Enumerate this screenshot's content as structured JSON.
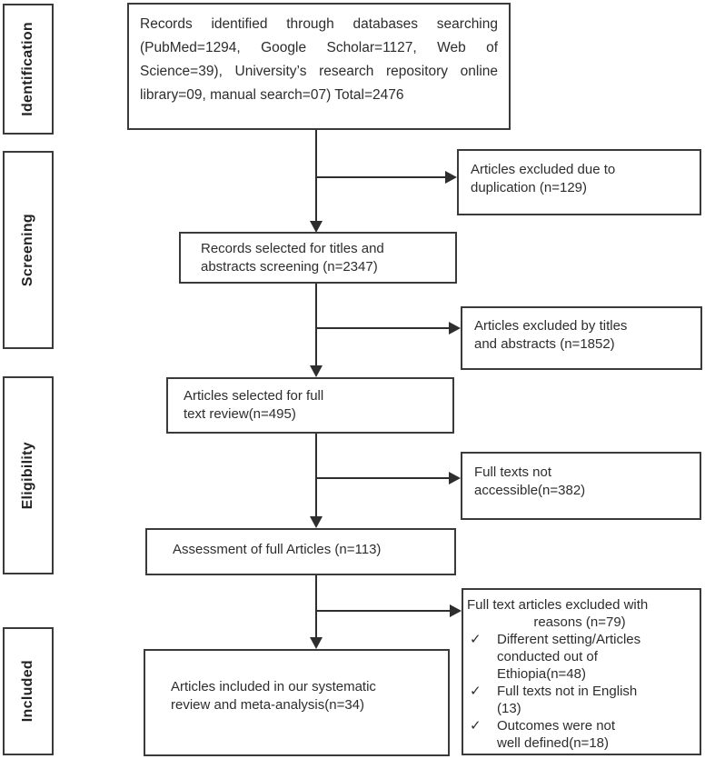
{
  "diagram": {
    "stages": [
      {
        "label": "Identification"
      },
      {
        "label": "Screening"
      },
      {
        "label": "Eligibility"
      },
      {
        "label": "Included"
      }
    ],
    "main_boxes": [
      {
        "text": "Records identified through databases searching (PubMed=1294, Google Scholar=1127, Web of Science=39), University’s research repository online library=09, manual search=07) Total=2476"
      },
      {
        "lines": [
          "Records selected for titles and",
          "abstracts screening (n=2347)"
        ]
      },
      {
        "lines": [
          "Articles selected for full",
          "text review(n=495)"
        ]
      },
      {
        "text": "Assessment of full Articles (n=113)"
      },
      {
        "lines": [
          "Articles included in our systematic",
          "review and meta-analysis(n=34)"
        ]
      }
    ],
    "side_boxes": [
      {
        "lines": [
          "Articles excluded due to",
          "duplication (n=129)"
        ]
      },
      {
        "lines": [
          "Articles excluded by titles",
          "and abstracts (n=1852)"
        ]
      },
      {
        "lines": [
          "Full texts not",
          "accessible(n=382)"
        ]
      },
      {
        "title_lines": [
          "Full text articles excluded with",
          "reasons (n=79)"
        ],
        "bullet_glyph": "✓",
        "items": [
          {
            "lines": [
              "Different setting/Articles",
              "conducted out of",
              "Ethiopia(n=48)"
            ]
          },
          {
            "lines": [
              "Full texts not in English",
              "(13)"
            ]
          },
          {
            "lines": [
              "Outcomes were not",
              "well defined(n=18)"
            ]
          }
        ]
      }
    ]
  }
}
